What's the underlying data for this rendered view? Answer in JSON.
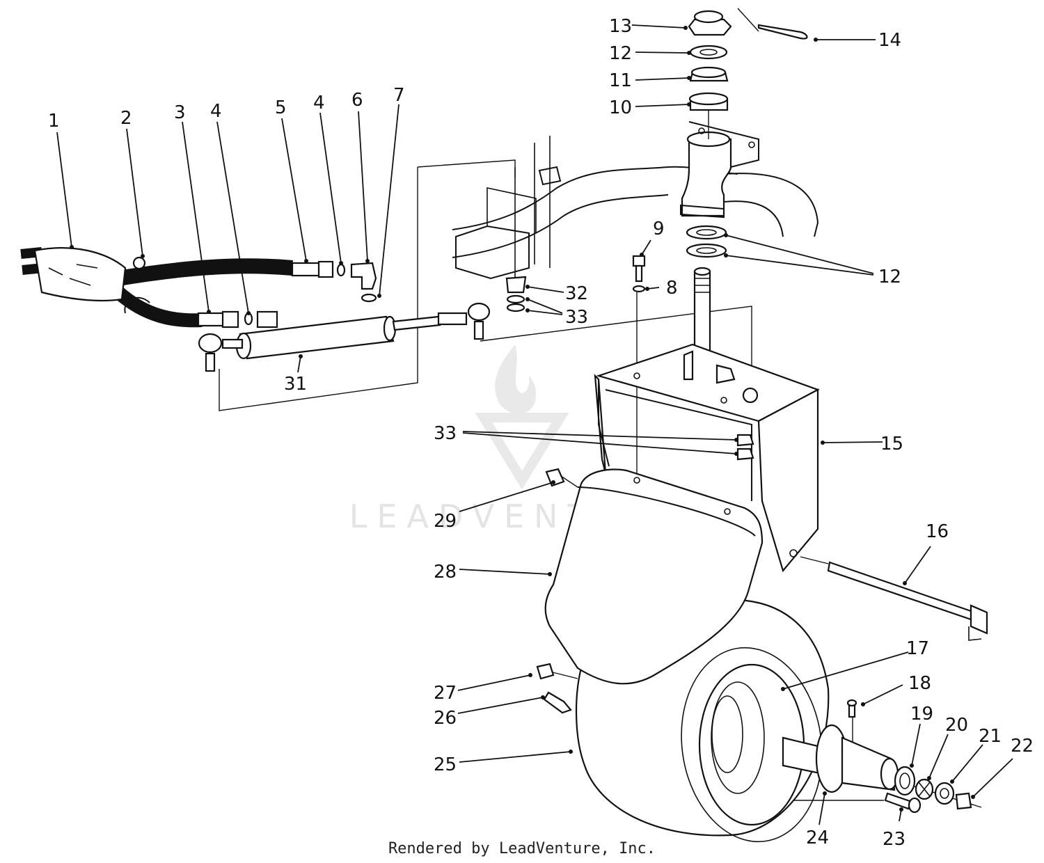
{
  "callouts": [
    {
      "id": "1",
      "text": "1"
    },
    {
      "id": "2",
      "text": "2"
    },
    {
      "id": "3",
      "text": "3"
    },
    {
      "id": "4a",
      "text": "4"
    },
    {
      "id": "5",
      "text": "5"
    },
    {
      "id": "4b",
      "text": "4"
    },
    {
      "id": "6",
      "text": "6"
    },
    {
      "id": "7",
      "text": "7"
    },
    {
      "id": "8",
      "text": "8"
    },
    {
      "id": "9",
      "text": "9"
    },
    {
      "id": "10",
      "text": "10"
    },
    {
      "id": "11",
      "text": "11"
    },
    {
      "id": "12a",
      "text": "12"
    },
    {
      "id": "12b",
      "text": "12"
    },
    {
      "id": "13",
      "text": "13"
    },
    {
      "id": "14",
      "text": "14"
    },
    {
      "id": "15",
      "text": "15"
    },
    {
      "id": "16",
      "text": "16"
    },
    {
      "id": "17",
      "text": "17"
    },
    {
      "id": "18",
      "text": "18"
    },
    {
      "id": "19",
      "text": "19"
    },
    {
      "id": "20",
      "text": "20"
    },
    {
      "id": "21",
      "text": "21"
    },
    {
      "id": "22",
      "text": "22"
    },
    {
      "id": "23",
      "text": "23"
    },
    {
      "id": "24",
      "text": "24"
    },
    {
      "id": "25",
      "text": "25"
    },
    {
      "id": "26",
      "text": "26"
    },
    {
      "id": "27",
      "text": "27"
    },
    {
      "id": "28",
      "text": "28"
    },
    {
      "id": "29",
      "text": "29"
    },
    {
      "id": "31",
      "text": "31"
    },
    {
      "id": "32",
      "text": "32"
    },
    {
      "id": "33a",
      "text": "33"
    },
    {
      "id": "33b",
      "text": "33"
    }
  ],
  "watermark": "LEADVENTURE",
  "footer": "Rendered by LeadVenture, Inc."
}
